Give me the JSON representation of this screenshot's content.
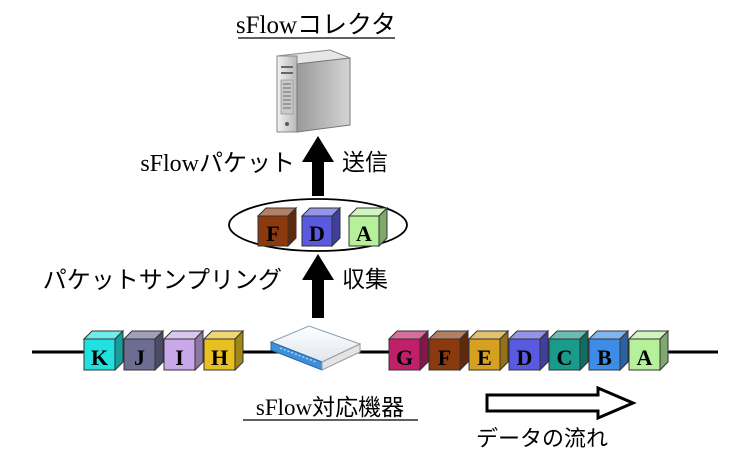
{
  "title": "sFlowコレクタ",
  "device_label": "sFlow対応機器",
  "upper_left_label": "sFlowパケット",
  "upper_right_label": "送信",
  "lower_left_label": "パケットサンプリング",
  "lower_right_label": "収集",
  "flow_label": "データの流れ",
  "ellipse_packets": [
    {
      "letter": "F",
      "color": "#8b3a0e"
    },
    {
      "letter": "D",
      "color": "#5a5ae0"
    },
    {
      "letter": "A",
      "color": "#b6f09a"
    }
  ],
  "left_packets": [
    {
      "letter": "K",
      "color": "#20e0e0"
    },
    {
      "letter": "J",
      "color": "#6d6d94"
    },
    {
      "letter": "I",
      "color": "#c8a8e8"
    },
    {
      "letter": "H",
      "color": "#e8c020"
    }
  ],
  "right_packets": [
    {
      "letter": "G",
      "color": "#c0206a"
    },
    {
      "letter": "F",
      "color": "#8b3a0e"
    },
    {
      "letter": "E",
      "color": "#d6a020"
    },
    {
      "letter": "D",
      "color": "#5a5ae0"
    },
    {
      "letter": "C",
      "color": "#1a9a8a"
    },
    {
      "letter": "B",
      "color": "#3d8de8"
    },
    {
      "letter": "A",
      "color": "#b6f09a"
    }
  ]
}
